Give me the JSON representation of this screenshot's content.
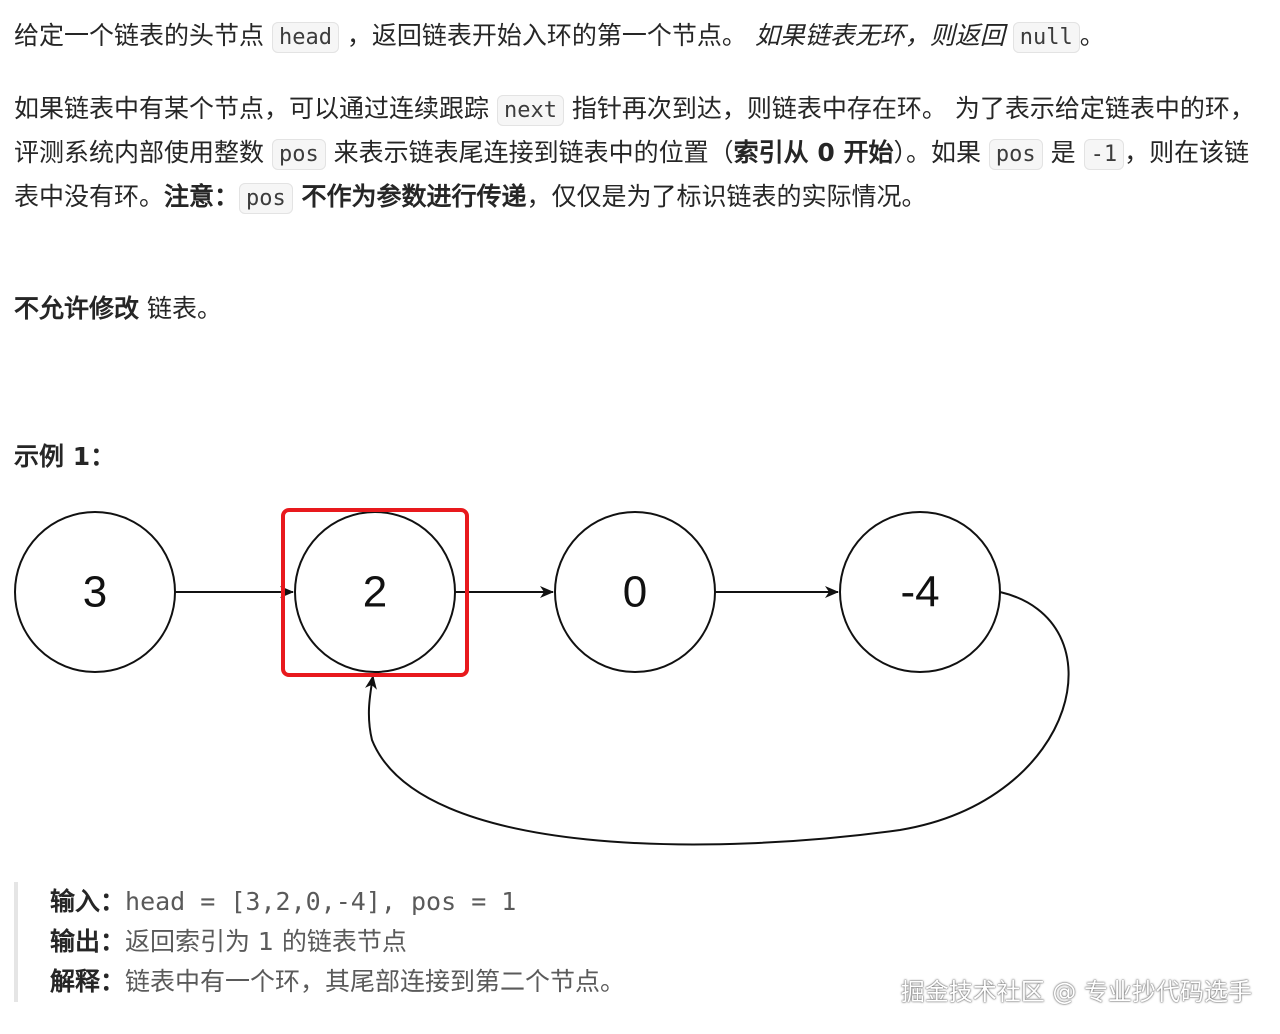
{
  "problem": {
    "p1": {
      "t1": "给定一个链表的头节点 ",
      "code_head": "head",
      "t2": " ，返回链表开始入环的第一个节点。 ",
      "em": "如果链表无环，则返回 ",
      "code_null": "null",
      "t3": "。"
    },
    "p2": {
      "t1": "如果链表中有某个节点，可以通过连续跟踪 ",
      "code_next": "next",
      "t2": " 指针再次到达，则链表中存在环。 为了表示给定链表中的环，评测系统内部使用整数 ",
      "code_pos1": "pos",
      "t3": " 来表示链表尾连接到链表中的位置（",
      "bold_index": "索引从 0 开始",
      "t4": "）。如果 ",
      "code_pos2": "pos",
      "t5": " 是 ",
      "code_neg1": "-1",
      "t6": "，则在该链表中没有环。",
      "bold_note": "注意：",
      "code_pos3": "pos",
      "bold_not_param": " 不作为参数进行传递",
      "t7": "，仅仅是为了标识链表的实际情况。"
    },
    "p3": {
      "bold": "不允许修改",
      "t1": " 链表。"
    }
  },
  "example": {
    "title": "示例 1：",
    "nodes": [
      "3",
      "2",
      "0",
      "-4"
    ],
    "highlight_index": 1,
    "highlight_color": "#e8191d",
    "input_label": "输入：",
    "input_value": "head = [3,2,0,-4], pos = 1",
    "output_label": "输出：",
    "output_value": "返回索引为 1 的链表节点",
    "explain_label": "解释：",
    "explain_value": "链表中有一个环，其尾部连接到第二个节点。"
  },
  "watermark": "掘金技术社区 @ 专业抄代码选手"
}
